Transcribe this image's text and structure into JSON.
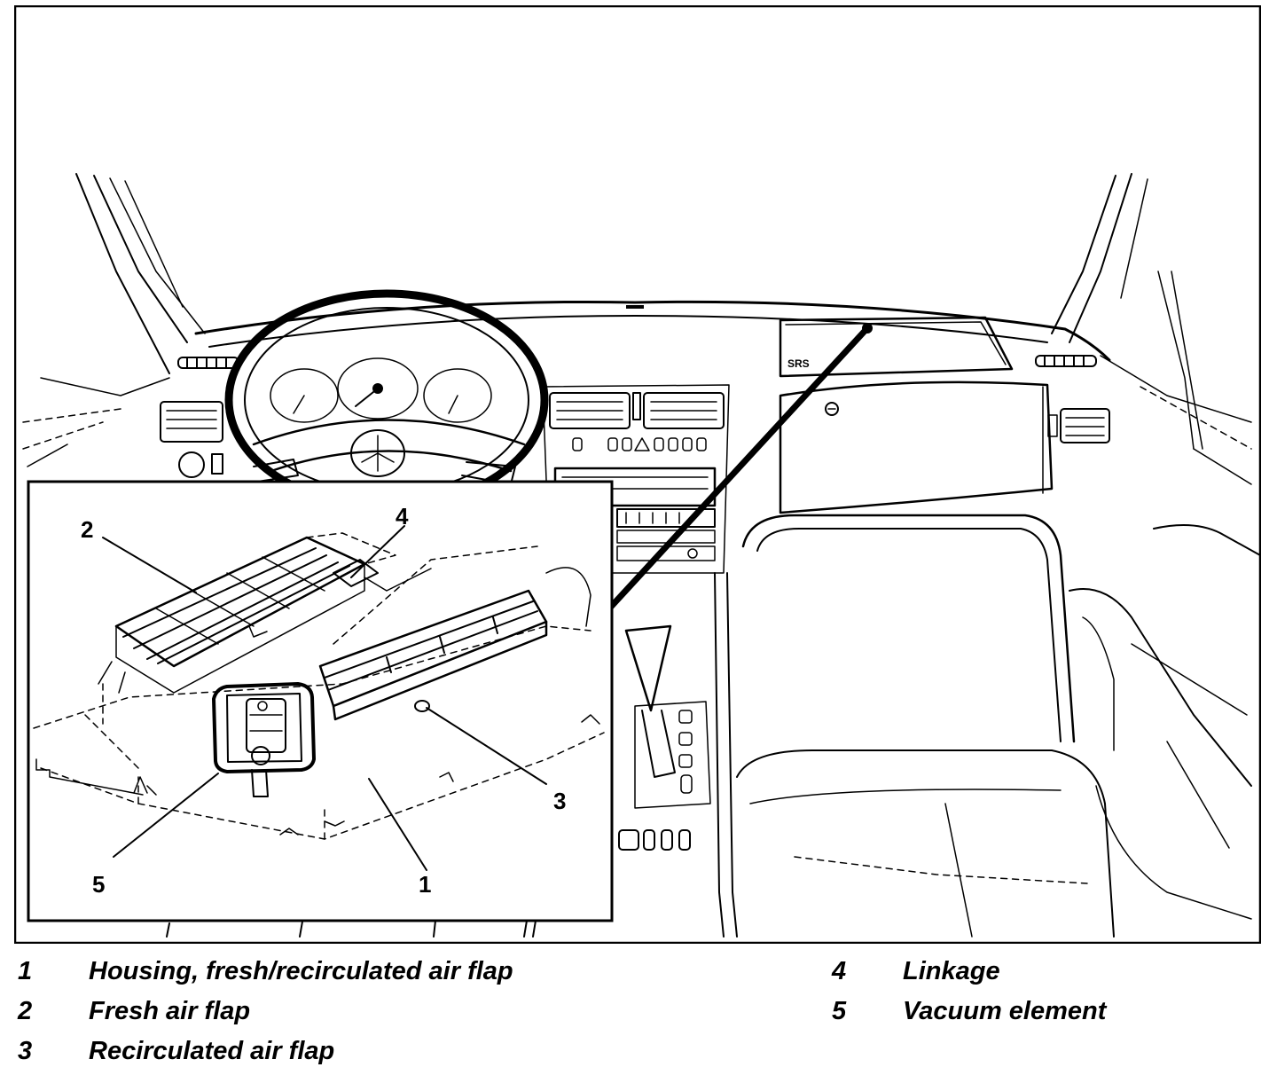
{
  "figure": {
    "airbag_label": "SRS",
    "callouts": [
      {
        "id": "1",
        "label": "1"
      },
      {
        "id": "2",
        "label": "2"
      },
      {
        "id": "3",
        "label": "3"
      },
      {
        "id": "4",
        "label": "4"
      },
      {
        "id": "5",
        "label": "5"
      }
    ]
  },
  "legend": [
    {
      "num": "1",
      "text": "Housing, fresh/recirculated air flap"
    },
    {
      "num": "2",
      "text": "Fresh air flap"
    },
    {
      "num": "3",
      "text": "Recirculated air flap"
    },
    {
      "num": "4",
      "text": "Linkage"
    },
    {
      "num": "5",
      "text": "Vacuum element"
    }
  ]
}
